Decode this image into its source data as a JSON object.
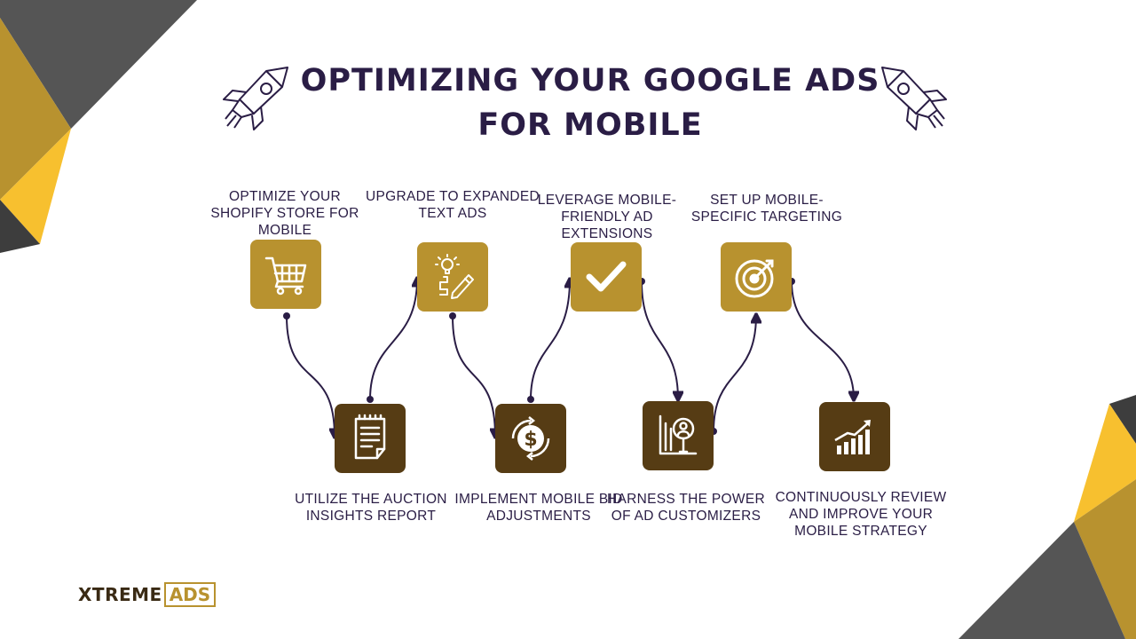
{
  "title": {
    "line1": "OPTIMIZING YOUR GOOGLE ADS",
    "line2": "FOR MOBILE"
  },
  "steps": [
    {
      "label": "OPTIMIZE YOUR SHOPIFY STORE FOR MOBILE",
      "icon": "shopping-cart-icon"
    },
    {
      "label": "UTILIZE THE AUCTION INSIGHTS REPORT",
      "icon": "report-icon"
    },
    {
      "label": "UPGRADE TO EXPANDED TEXT ADS",
      "icon": "lightbulb-pencil-icon"
    },
    {
      "label": "IMPLEMENT MOBILE BID ADJUSTMENTS",
      "icon": "dollar-cycle-icon"
    },
    {
      "label": "LEVERAGE MOBILE-FRIENDLY AD EXTENSIONS",
      "icon": "checkmark-icon"
    },
    {
      "label": "HARNESS THE POWER OF AD CUSTOMIZERS",
      "icon": "customizer-icon"
    },
    {
      "label": "SET UP MOBILE-SPECIFIC TARGETING",
      "icon": "target-icon"
    },
    {
      "label": "CONTINUOUSLY REVIEW AND IMPROVE YOUR MOBILE STRATEGY",
      "icon": "growth-chart-icon"
    }
  ],
  "logo": {
    "part1": "XTREME",
    "part2": "ADS"
  },
  "colors": {
    "gold": "#b8922f",
    "brown": "#563c14",
    "navy": "#2a1d45",
    "yellow": "#f7c02f",
    "gray": "#4b4b4b"
  }
}
